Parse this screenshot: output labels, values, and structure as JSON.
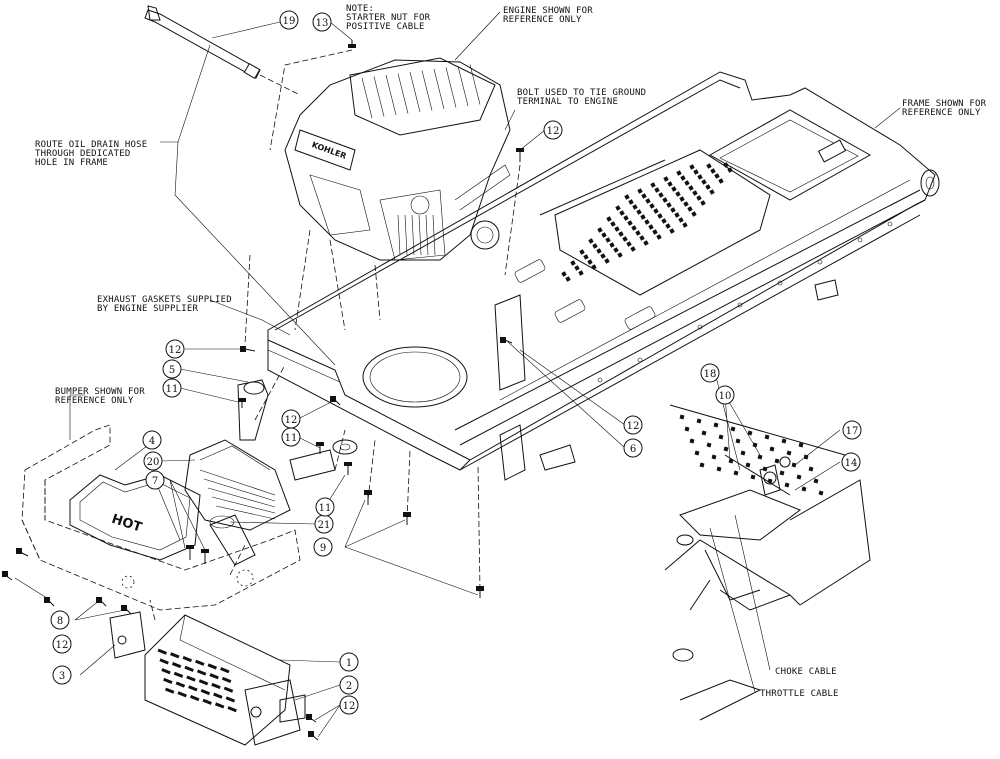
{
  "annotations": {
    "starter_note": [
      "NOTE:",
      "STARTER NUT FOR",
      "POSITIVE CABLE"
    ],
    "engine_note": [
      "ENGINE SHOWN FOR",
      "REFERENCE ONLY"
    ],
    "ground_note": [
      "BOLT USED TO TIE GROUND",
      "TERMINAL TO ENGINE"
    ],
    "frame_note": [
      "FRAME SHOWN FOR",
      "REFERENCE ONLY"
    ],
    "oil_note": [
      "ROUTE OIL DRAIN HOSE",
      "THROUGH DEDICATED",
      "HOLE IN FRAME"
    ],
    "gasket_note": [
      "EXHAUST GASKETS SUPPLIED",
      "BY ENGINE SUPPLIER"
    ],
    "bumper_note": [
      "BUMPER SHOWN FOR",
      "REFERENCE ONLY"
    ],
    "choke_label": "CHOKE CABLE",
    "throttle_label": "THROTTLE CABLE",
    "hot_label": "HOT",
    "engine_brand": "KOHLER"
  },
  "callouts": [
    "19",
    "13",
    "12",
    "12",
    "5",
    "11",
    "12",
    "4",
    "11",
    "20",
    "7",
    "21",
    "11",
    "9",
    "12",
    "6",
    "18",
    "10",
    "17",
    "14",
    "8",
    "12",
    "3",
    "1",
    "2",
    "12"
  ],
  "colors": {
    "line": "#111111",
    "background": "#ffffff"
  }
}
